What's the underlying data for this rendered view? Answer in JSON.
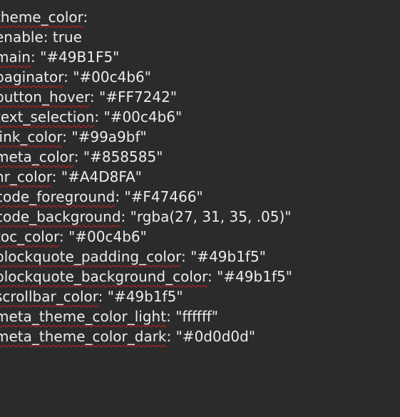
{
  "editor": {
    "lines": [
      {
        "key": "theme_color",
        "sep": ":",
        "value": "",
        "flagged": true
      },
      {
        "key": "enable",
        "sep": ": ",
        "value": "true",
        "flagged": false
      },
      {
        "key": "main",
        "sep": ": ",
        "value": "\"#49B1F5\"",
        "flagged": true
      },
      {
        "key": "paginator",
        "sep": ": ",
        "value": "\"#00c4b6\"",
        "flagged": true
      },
      {
        "key": "button_hover",
        "sep": ": ",
        "value": "\"#FF7242\"",
        "flagged": true
      },
      {
        "key": "text_selection",
        "sep": ": ",
        "value": "\"#00c4b6\"",
        "flagged": true
      },
      {
        "key": "link_color",
        "sep": ": ",
        "value": "\"#99a9bf\"",
        "flagged": true
      },
      {
        "key": "meta_color",
        "sep": ": ",
        "value": "\"#858585\"",
        "flagged": true
      },
      {
        "key": "hr_color",
        "sep": ": ",
        "value": "\"#A4D8FA\"",
        "flagged": true
      },
      {
        "key": "code_foreground",
        "sep": ": ",
        "value": "\"#F47466\"",
        "flagged": true
      },
      {
        "key": "code_background",
        "sep": ": ",
        "value": "\"rgba(27, 31, 35, .05)\"",
        "flagged": true
      },
      {
        "key": "toc_color",
        "sep": ": ",
        "value": "\"#00c4b6\"",
        "flagged": true
      },
      {
        "key": "blockquote_padding_color",
        "sep": ": ",
        "value": "\"#49b1f5\"",
        "flagged": true
      },
      {
        "key": "blockquote_background_color",
        "sep": ": ",
        "value": "\"#49b1f5\"",
        "flagged": true
      },
      {
        "key": "scrollbar_color",
        "sep": ": ",
        "value": "\"#49b1f5\"",
        "flagged": true
      },
      {
        "key": "meta_theme_color_light",
        "sep": ": ",
        "value": "\"ffffff\"",
        "flagged": true
      },
      {
        "key": "meta_theme_color_dark",
        "sep": ": ",
        "value": "\"#0d0d0d\"",
        "flagged": true
      }
    ]
  }
}
